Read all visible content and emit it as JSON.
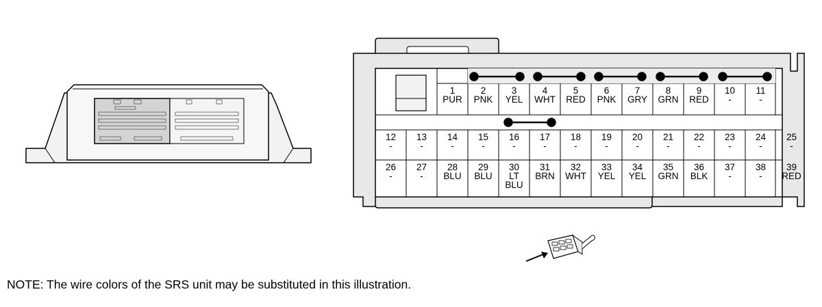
{
  "note": "NOTE: The wire colors of the SRS unit may be substituted in this illustration.",
  "connector": {
    "row1": [
      {
        "num": "1",
        "color": "PUR"
      },
      {
        "num": "2",
        "color": "PNK"
      },
      {
        "num": "3",
        "color": "YEL"
      },
      {
        "num": "4",
        "color": "WHT"
      },
      {
        "num": "5",
        "color": "RED"
      },
      {
        "num": "6",
        "color": "PNK"
      },
      {
        "num": "7",
        "color": "GRY"
      },
      {
        "num": "8",
        "color": "GRN"
      },
      {
        "num": "9",
        "color": "RED"
      },
      {
        "num": "10",
        "color": "-"
      },
      {
        "num": "11",
        "color": "-"
      }
    ],
    "row2": [
      {
        "num": "12",
        "color": "-"
      },
      {
        "num": "13",
        "color": "-"
      },
      {
        "num": "14",
        "color": "-"
      },
      {
        "num": "15",
        "color": "-"
      },
      {
        "num": "16",
        "color": "-"
      },
      {
        "num": "17",
        "color": "-"
      },
      {
        "num": "18",
        "color": "-"
      },
      {
        "num": "19",
        "color": "-"
      },
      {
        "num": "20",
        "color": "-"
      },
      {
        "num": "21",
        "color": "-"
      },
      {
        "num": "22",
        "color": "-"
      },
      {
        "num": "23",
        "color": "-"
      },
      {
        "num": "24",
        "color": "-"
      },
      {
        "num": "25",
        "color": "-"
      }
    ],
    "row3": [
      {
        "num": "26",
        "color": "-"
      },
      {
        "num": "27",
        "color": "-"
      },
      {
        "num": "28",
        "color": "BLU"
      },
      {
        "num": "29",
        "color": "BLU"
      },
      {
        "num": "30",
        "color": "LT",
        "color2": "BLU"
      },
      {
        "num": "31",
        "color": "BRN"
      },
      {
        "num": "32",
        "color": "WHT"
      },
      {
        "num": "33",
        "color": "YEL"
      },
      {
        "num": "34",
        "color": "YEL"
      },
      {
        "num": "35",
        "color": "GRN"
      },
      {
        "num": "36",
        "color": "BLK"
      },
      {
        "num": "37",
        "color": "-"
      },
      {
        "num": "38",
        "color": "-"
      },
      {
        "num": "39",
        "color": "RED"
      }
    ],
    "shorting_bars": [
      "2-3",
      "4-5",
      "6-7",
      "8-9",
      "10-11",
      "16-17"
    ]
  },
  "colors": {
    "line": "#000000",
    "housing": "#e8e8e8",
    "unit_shade": "#d4d4d4"
  }
}
